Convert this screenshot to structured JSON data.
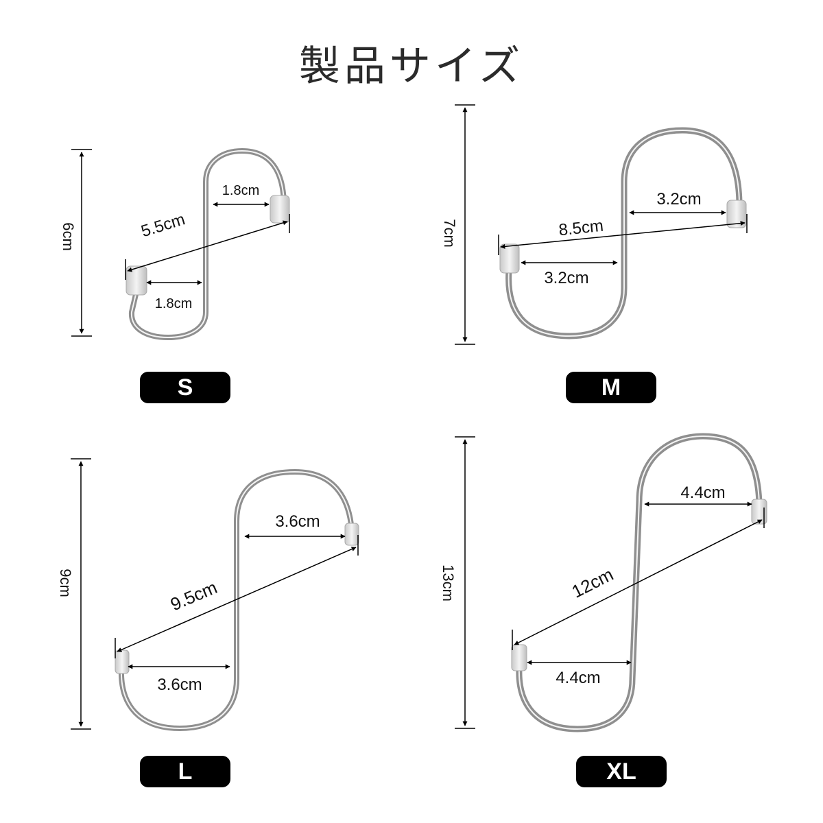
{
  "title": "製品サイズ",
  "colors": {
    "hook_metal": "#9c9c9c",
    "hook_highlight": "#ffffff",
    "badge_bg": "#000000",
    "badge_text": "#ffffff",
    "line": "#000000"
  },
  "hooks": [
    {
      "id": "s",
      "size_label": "S",
      "height_label": "6cm",
      "length_label": "5.5cm",
      "top_gap_label": "1.8cm",
      "bottom_gap_label": "1.8cm"
    },
    {
      "id": "m",
      "size_label": "M",
      "height_label": "7cm",
      "length_label": "8.5cm",
      "top_gap_label": "3.2cm",
      "bottom_gap_label": "3.2cm"
    },
    {
      "id": "l",
      "size_label": "L",
      "height_label": "9cm",
      "length_label": "9.5cm",
      "top_gap_label": "3.6cm",
      "bottom_gap_label": "3.6cm"
    },
    {
      "id": "xl",
      "size_label": "XL",
      "height_label": "13cm",
      "length_label": "12cm",
      "top_gap_label": "4.4cm",
      "bottom_gap_label": "4.4cm"
    }
  ]
}
